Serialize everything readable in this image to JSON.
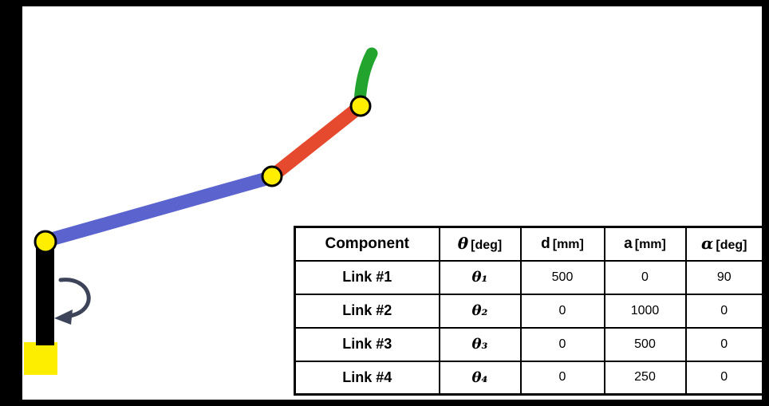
{
  "diagram": {
    "colors": {
      "link1": "#000000",
      "link2": "#5b63ce",
      "link3": "#e54a2e",
      "link4": "#22a42e",
      "joint_fill": "#ffee00",
      "joint_stroke": "#000000",
      "base_square": "#fdee00",
      "rotation_arrow": "#3d4459"
    }
  },
  "table": {
    "headers": {
      "component": "Component",
      "theta_symbol": "θ",
      "theta_unit": "[deg]",
      "d_symbol": "d",
      "d_unit": "[mm]",
      "a_symbol": "a",
      "a_unit": "[mm]",
      "alpha_symbol": "α",
      "alpha_unit": "[deg]"
    },
    "rows": [
      {
        "component": "Link #1",
        "theta": "θ₁",
        "d": "500",
        "a": "0",
        "alpha": "90"
      },
      {
        "component": "Link #2",
        "theta": "θ₂",
        "d": "0",
        "a": "1000",
        "alpha": "0"
      },
      {
        "component": "Link #3",
        "theta": "θ₃",
        "d": "0",
        "a": "500",
        "alpha": "0"
      },
      {
        "component": "Link #4",
        "theta": "θ₄",
        "d": "0",
        "a": "250",
        "alpha": "0"
      }
    ]
  }
}
